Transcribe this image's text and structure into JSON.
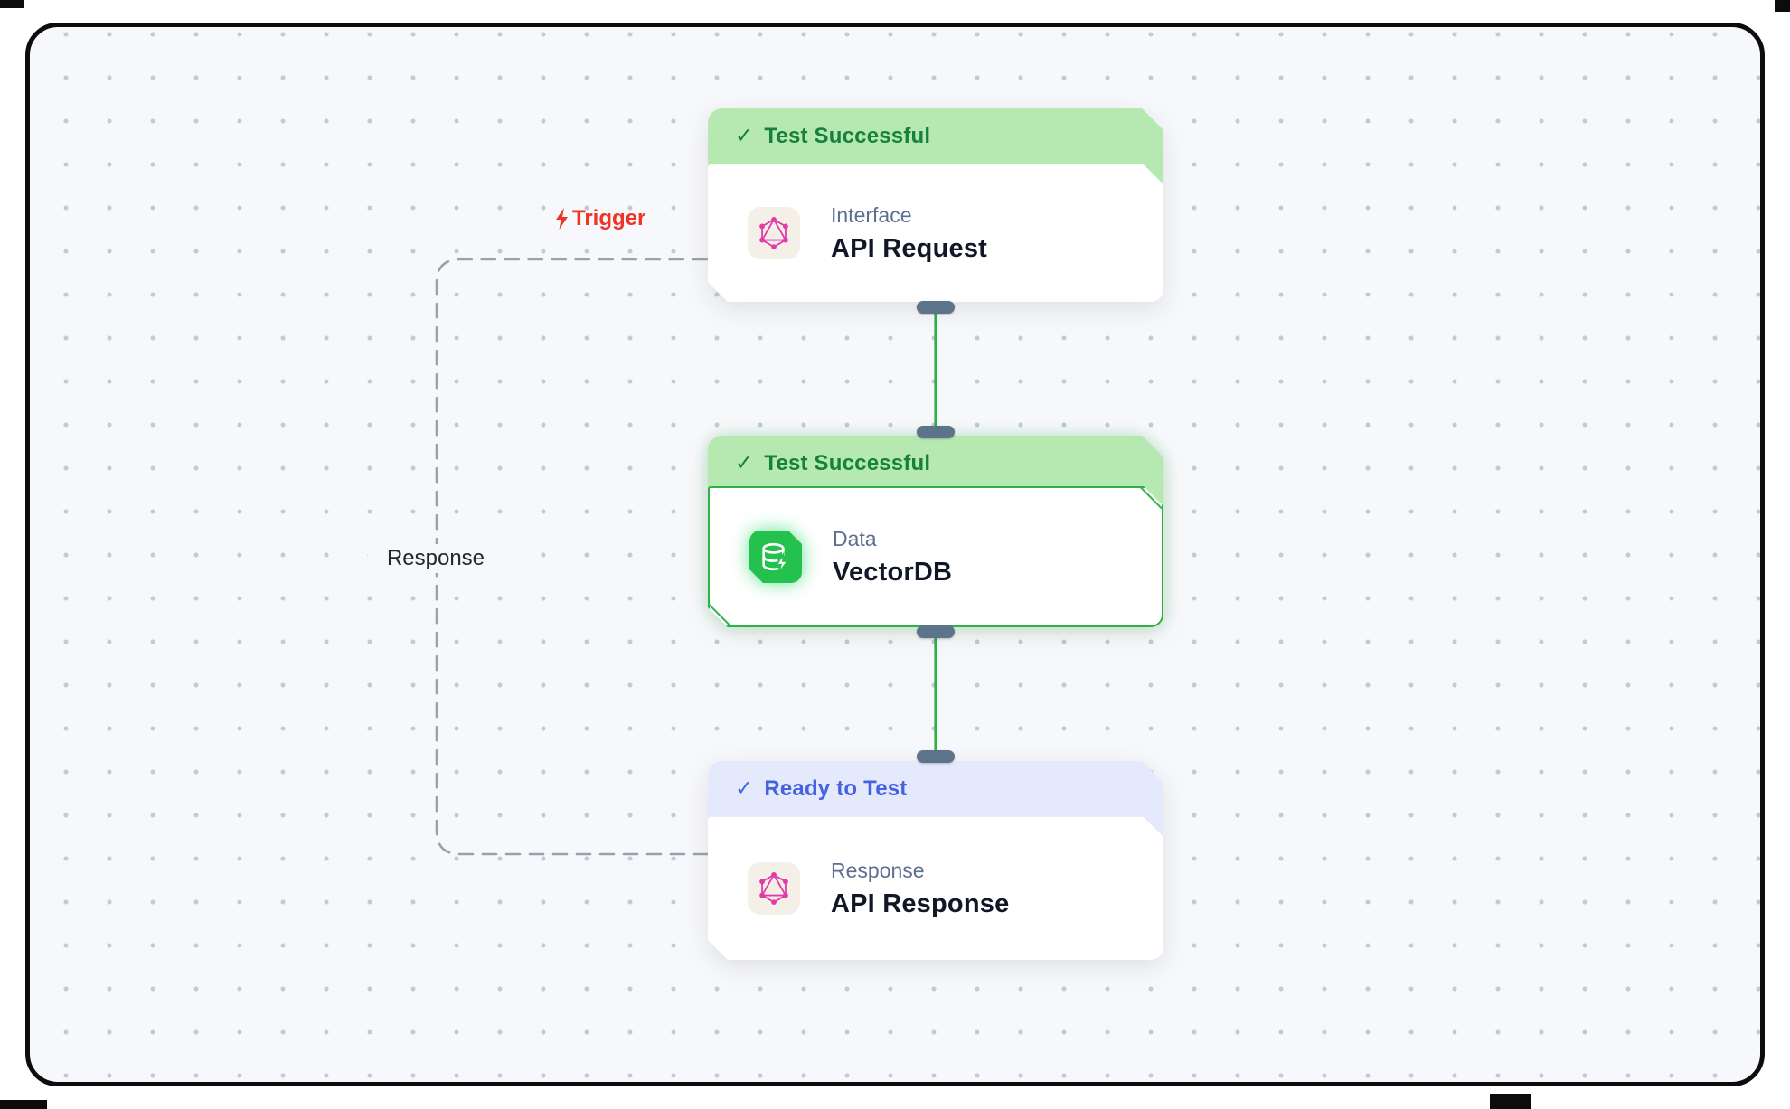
{
  "workflow": {
    "checkmark": "✓",
    "edge_labels": {
      "trigger": "Trigger",
      "response": "Response"
    },
    "nodes": [
      {
        "status": "Test Successful",
        "state": "success",
        "category": "Interface",
        "title": "API Request",
        "icon": "graphql-icon"
      },
      {
        "status": "Test Successful",
        "state": "success",
        "category": "Data",
        "title": "VectorDB",
        "icon": "vector-database-icon",
        "selected": true
      },
      {
        "status": "Ready to Test",
        "state": "ready",
        "category": "Response",
        "title": "API Response",
        "icon": "graphql-icon"
      }
    ]
  },
  "colors": {
    "canvas_bg": "#f7f8fb",
    "frame_border": "#0c0c0c",
    "dot_grid": "#c5c9d1",
    "success_header_bg": "#b6e9b1",
    "success_text": "#16813a",
    "ready_header_bg": "#e4e9fb",
    "ready_text": "#4662df",
    "selected_border": "#2db344",
    "connector_green": "#2db344",
    "handle_slate": "#5d7389",
    "dashed_edge_gray": "#9aa1ab",
    "trigger_red": "#ee3425",
    "graphql_pink": "#e23ba9",
    "vectordb_green": "#25c14f",
    "title_text": "#101828",
    "category_text": "#5d6f8f"
  }
}
